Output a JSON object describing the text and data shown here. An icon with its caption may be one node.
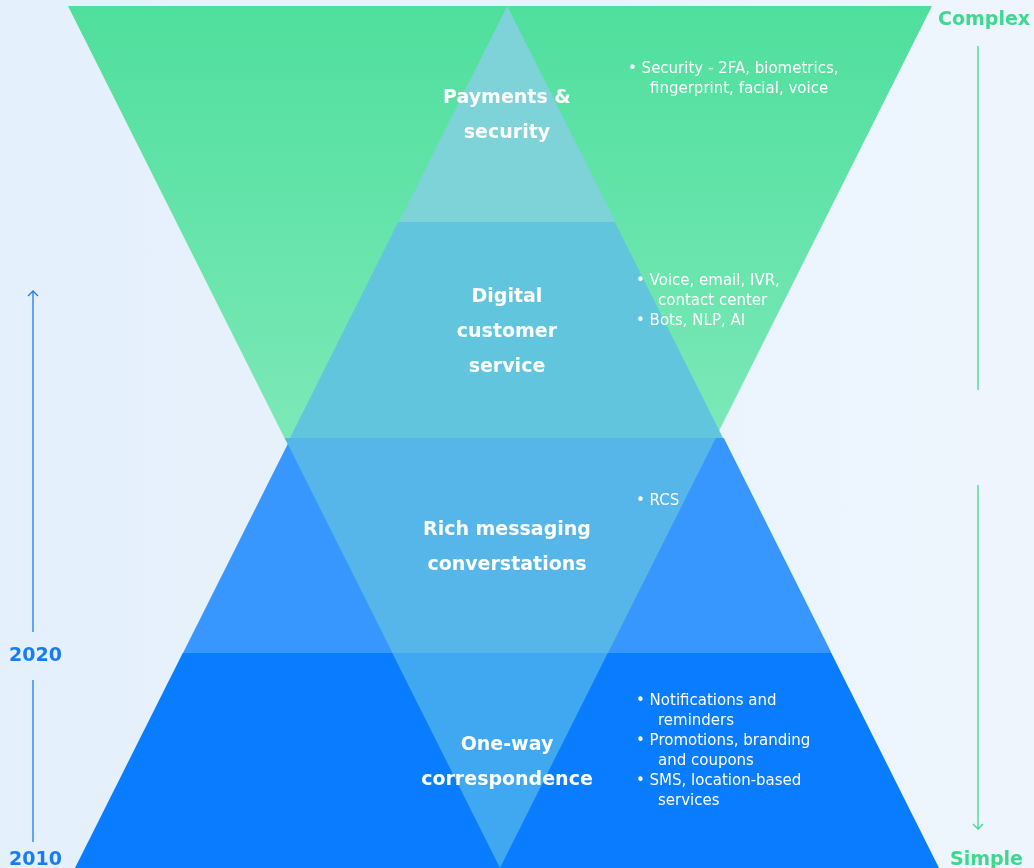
{
  "diagram": {
    "nodes": [
      {
        "text": [
          "Payments & security"
        ],
        "beside": [
          "• Security - 2FA, biometrics, fingerprint, facial, voice"
        ]
      },
      {
        "text": [
          "Digital customer service"
        ],
        "beside": [
          "• Voice, email, IVR, contact center",
          "• Bots, NLP, AI"
        ]
      },
      {
        "text": [
          "Rich messaging converstations",
          "• RCS"
        ]
      },
      {
        "text": [
          "One-way correspondence",
          "• Notifications and reminders",
          "• Promotions, branding and coupons",
          "• SMS, location-based services"
        ]
      }
    ],
    "labels": [
      "Complex",
      "Simple",
      "2020",
      "2010"
    ]
  }
}
